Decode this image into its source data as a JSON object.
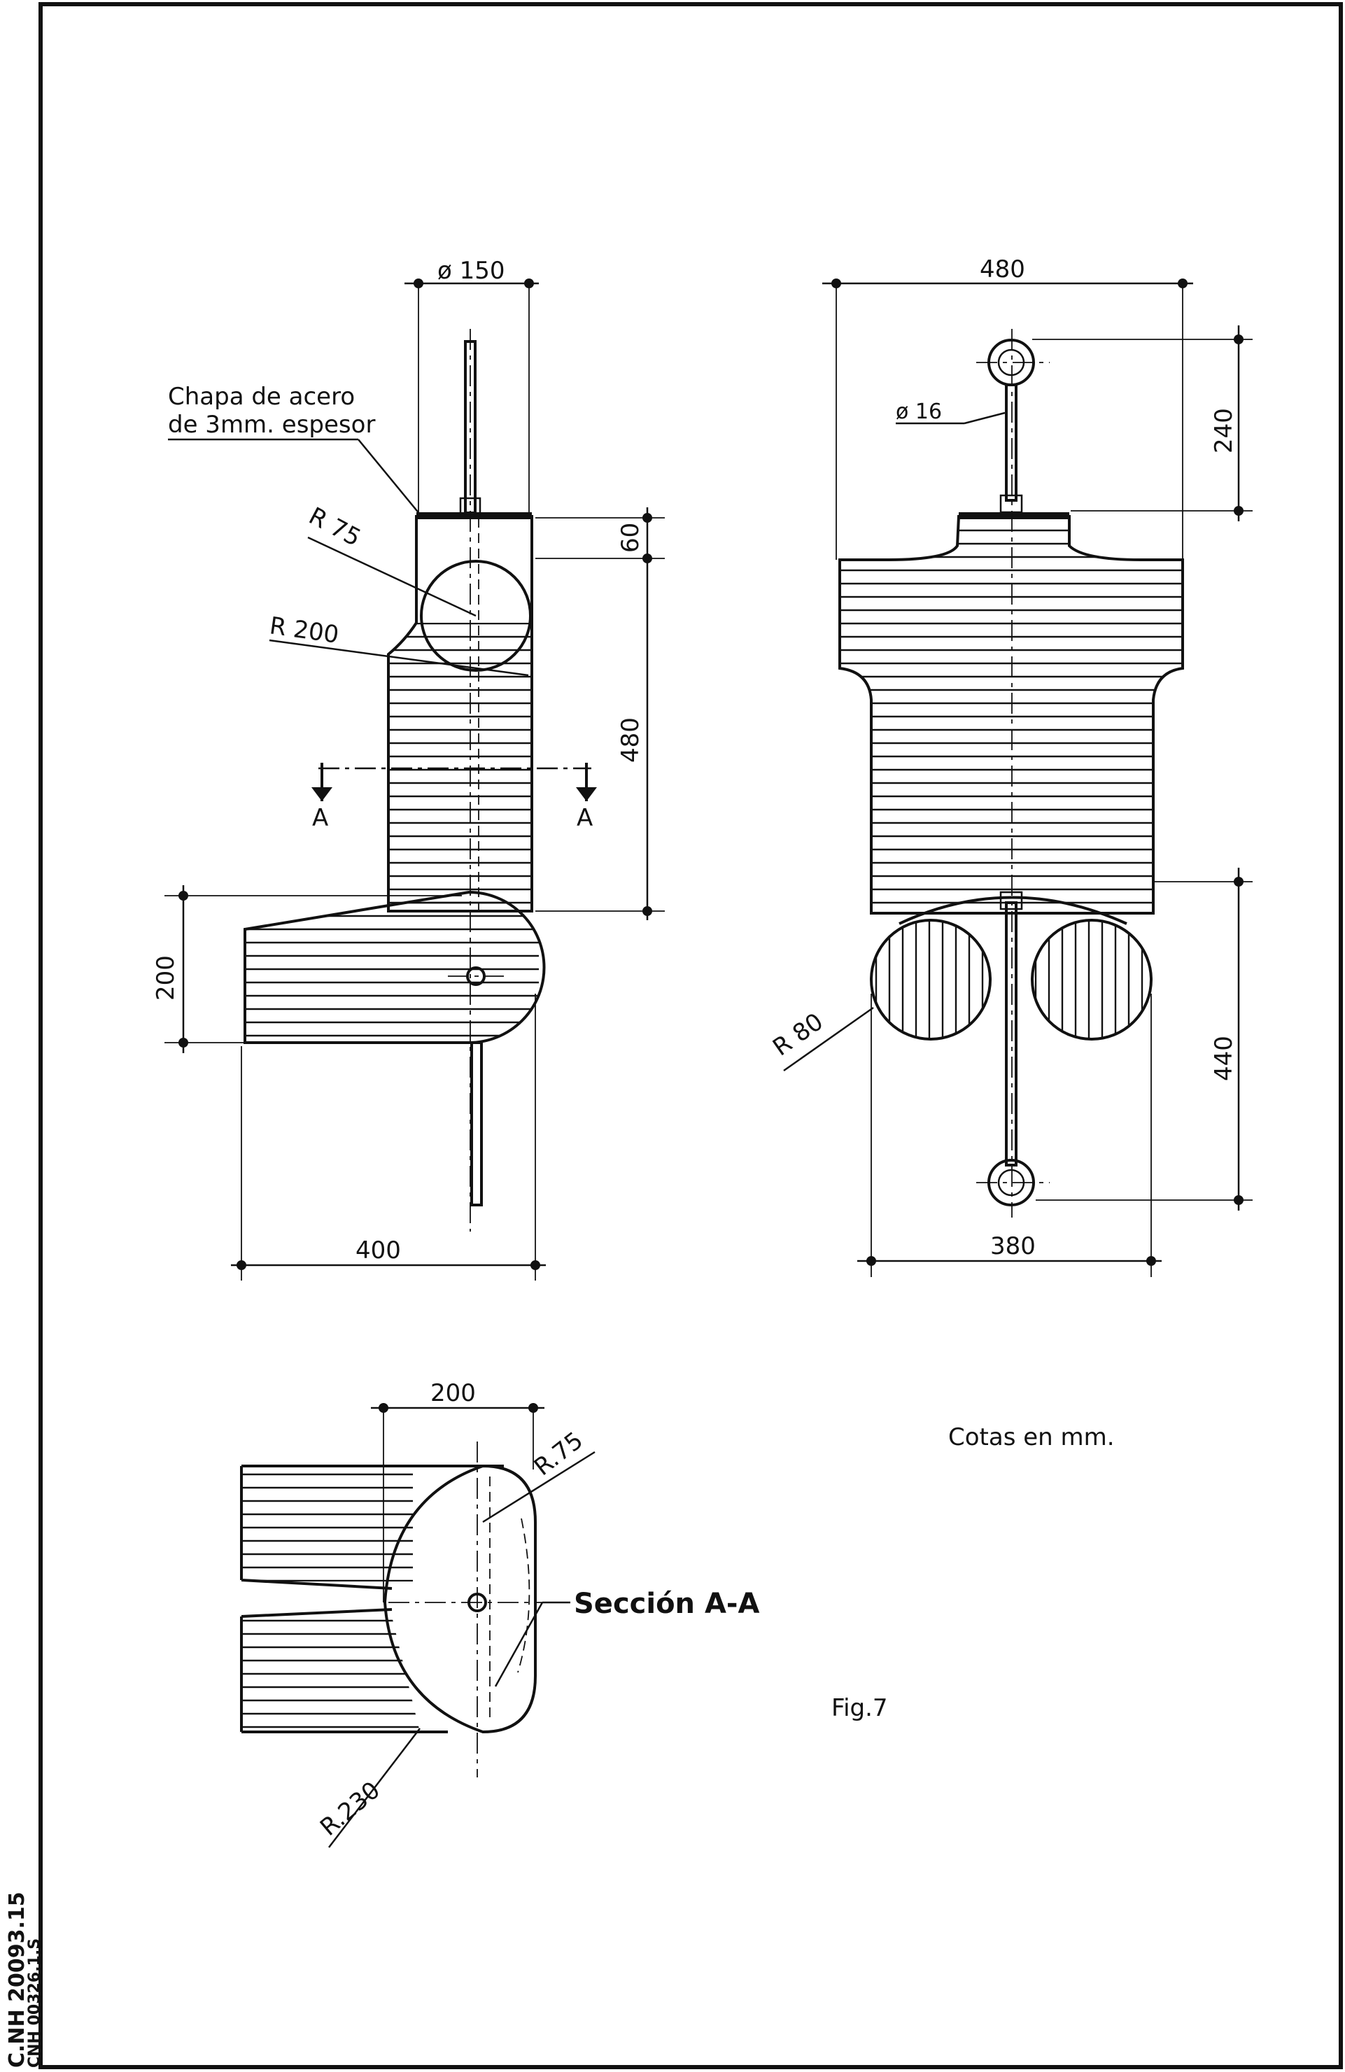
{
  "labels": {
    "plate_note_line1": "Chapa de acero",
    "plate_note_line2": "de 3mm. espesor",
    "units_note": "Cotas en mm.",
    "figure": "Fig.7",
    "section_label": "Sección A-A",
    "section_mark_left": "A",
    "section_mark_right": "A"
  },
  "dimensions": {
    "side_top_dia": "ø 150",
    "side_r75": "R 75",
    "side_r200": "R 200",
    "side_60": "60",
    "side_480": "480",
    "side_200": "200",
    "side_400": "400",
    "front_480": "480",
    "front_dia16": "ø 16",
    "front_240": "240",
    "front_r80": "R 80",
    "front_440": "440",
    "front_380": "380",
    "section_200": "200",
    "section_r75": "R.75",
    "section_r230": "R.230"
  },
  "margin": {
    "code_main": "C.NH 20093.15",
    "code_sub": "CNH 00326.1.S"
  }
}
